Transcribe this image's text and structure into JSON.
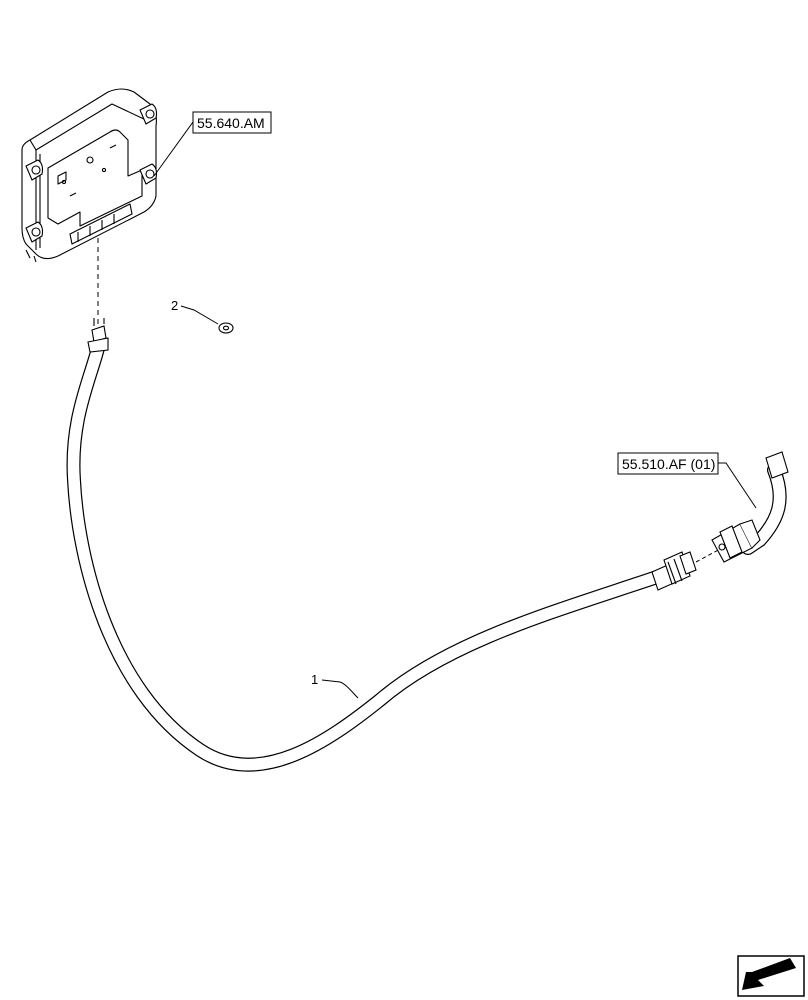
{
  "callouts": {
    "ecu_ref": "55.640.AM",
    "connector_ref": "55.510.AF (01)",
    "item_1": "1",
    "item_2": "2"
  },
  "icons": {
    "nav": "next-page-arrow-icon"
  }
}
